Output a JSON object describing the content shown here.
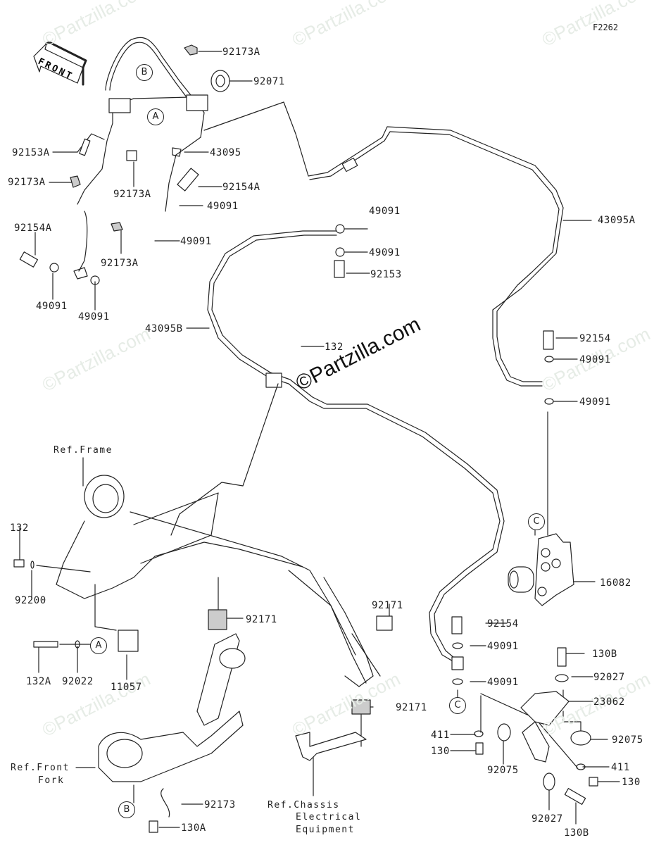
{
  "figure_id": "F2262",
  "watermark": "©Partzilla.com",
  "front_arrow_label": "FRONT",
  "callouts": {
    "A": "A",
    "B": "B",
    "C": "C"
  },
  "references": {
    "frame": "Ref.Frame",
    "front_fork_line1": "Ref.Front",
    "front_fork_line2": "Fork",
    "chassis_line1": "Ref.Chassis",
    "chassis_line2": "Electrical",
    "chassis_line3": "Equipment"
  },
  "parts": [
    {
      "id": "p1",
      "number": "92173A"
    },
    {
      "id": "p2",
      "number": "92071"
    },
    {
      "id": "p3",
      "number": "92153A"
    },
    {
      "id": "p4",
      "number": "43095"
    },
    {
      "id": "p5",
      "number": "92173A"
    },
    {
      "id": "p6",
      "number": "92173A"
    },
    {
      "id": "p7",
      "number": "92154A"
    },
    {
      "id": "p8",
      "number": "49091"
    },
    {
      "id": "p9",
      "number": "49091"
    },
    {
      "id": "p10",
      "number": "92154A"
    },
    {
      "id": "p11",
      "number": "92173A"
    },
    {
      "id": "p12",
      "number": "49091"
    },
    {
      "id": "p13",
      "number": "49091"
    },
    {
      "id": "p14",
      "number": "49091"
    },
    {
      "id": "p15",
      "number": "49091"
    },
    {
      "id": "p16",
      "number": "92153"
    },
    {
      "id": "p17",
      "number": "43095A"
    },
    {
      "id": "p18",
      "number": "43095B"
    },
    {
      "id": "p19",
      "number": "132"
    },
    {
      "id": "p20",
      "number": "92154"
    },
    {
      "id": "p21",
      "number": "49091"
    },
    {
      "id": "p22",
      "number": "49091"
    },
    {
      "id": "p23",
      "number": "132"
    },
    {
      "id": "p24",
      "number": "92200"
    },
    {
      "id": "p25",
      "number": "16082"
    },
    {
      "id": "p26",
      "number": "92171"
    },
    {
      "id": "p27",
      "number": "92171"
    },
    {
      "id": "p28",
      "number": "92154"
    },
    {
      "id": "p29",
      "number": "49091"
    },
    {
      "id": "p30",
      "number": "132A"
    },
    {
      "id": "p31",
      "number": "92022"
    },
    {
      "id": "p32",
      "number": "11057"
    },
    {
      "id": "p33",
      "number": "130B"
    },
    {
      "id": "p34",
      "number": "49091"
    },
    {
      "id": "p35",
      "number": "92027"
    },
    {
      "id": "p36",
      "number": "92171"
    },
    {
      "id": "p37",
      "number": "23062"
    },
    {
      "id": "p38",
      "number": "411"
    },
    {
      "id": "p39",
      "number": "92075"
    },
    {
      "id": "p40",
      "number": "130"
    },
    {
      "id": "p41",
      "number": "92075"
    },
    {
      "id": "p42",
      "number": "411"
    },
    {
      "id": "p43",
      "number": "130"
    },
    {
      "id": "p44",
      "number": "92173"
    },
    {
      "id": "p45",
      "number": "92027"
    },
    {
      "id": "p46",
      "number": "130A"
    },
    {
      "id": "p47",
      "number": "130B"
    }
  ]
}
